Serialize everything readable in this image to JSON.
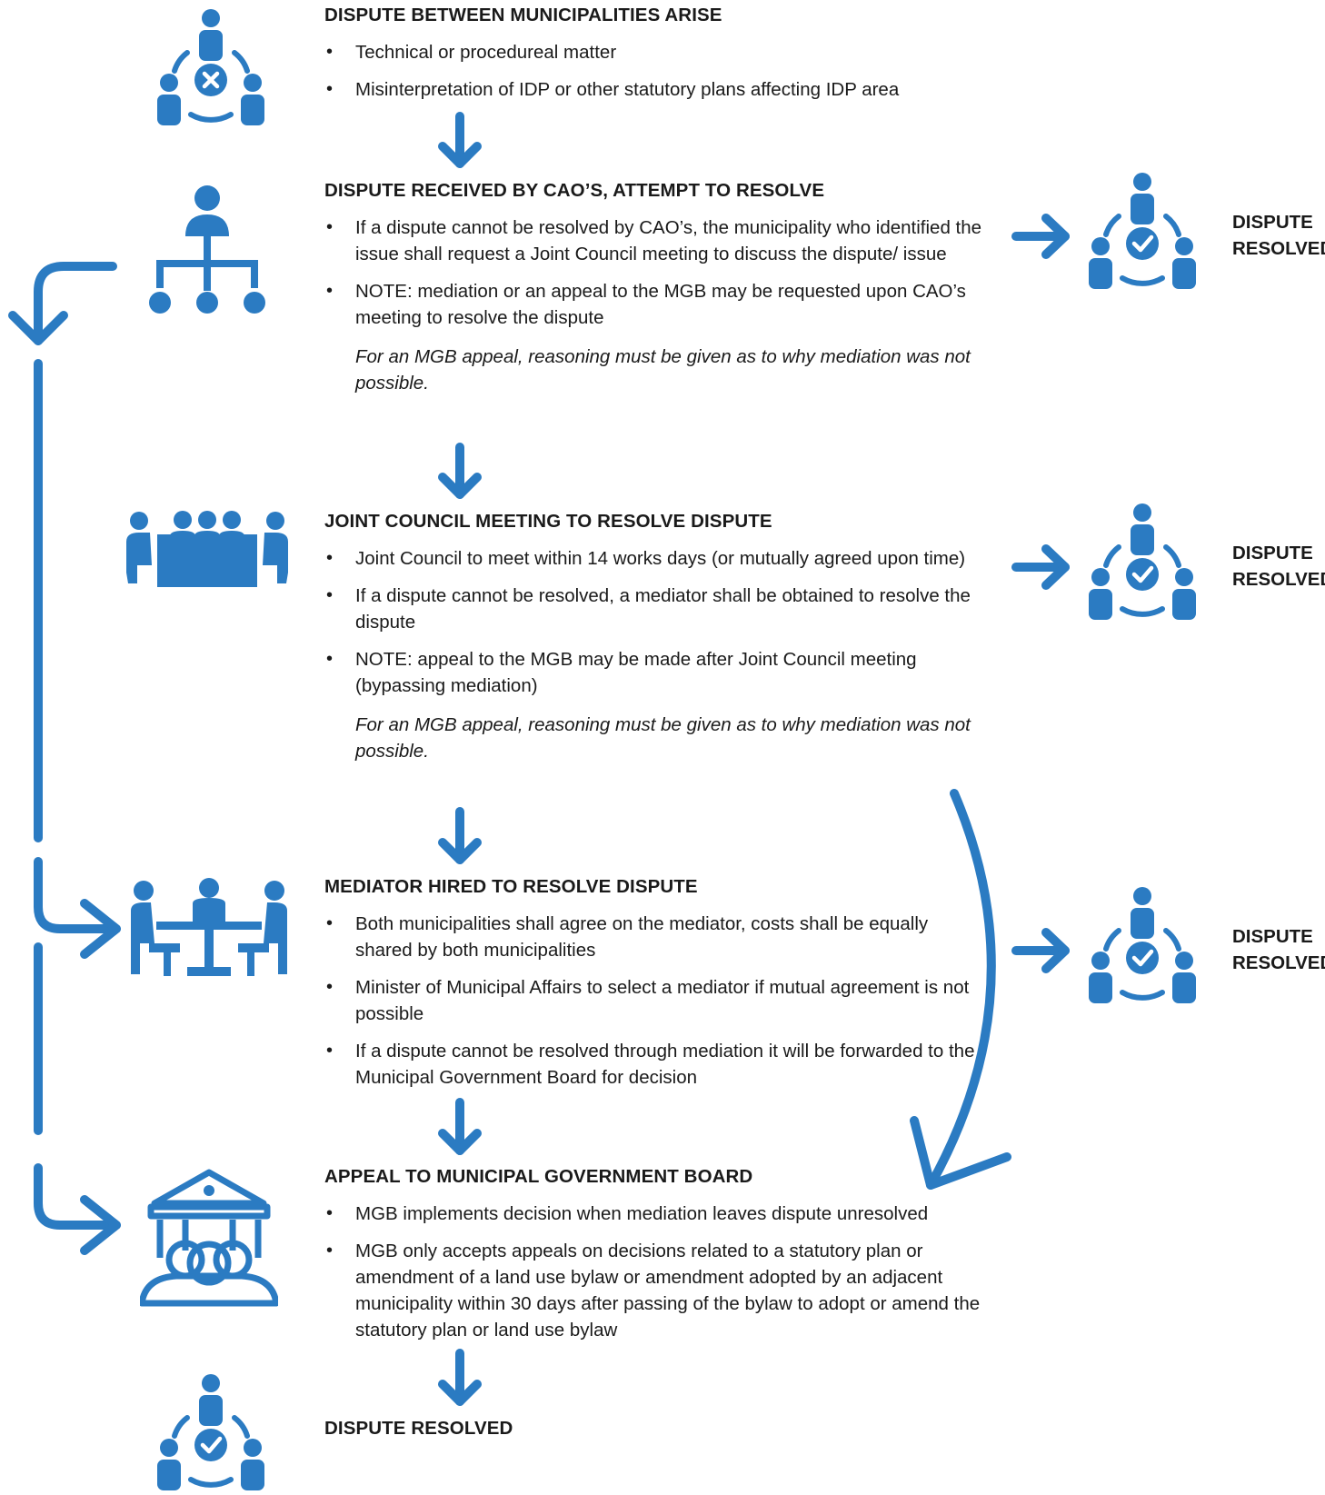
{
  "colors": {
    "primary": "#2b7bc2"
  },
  "icons": {
    "dispute": "team-conflict-icon",
    "cao": "org-chart-icon",
    "council": "council-meeting-icon",
    "mediator": "mediation-table-icon",
    "board": "government-board-icon",
    "resolved": "team-resolved-icon"
  },
  "steps": [
    {
      "heading": "DISPUTE BETWEEN MUNICIPALITIES ARISE",
      "bullets": [
        "Technical or procedureal matter",
        "Misinterpretation of IDP or other statutory plans affecting IDP area"
      ]
    },
    {
      "heading": "DISPUTE RECEIVED BY CAO’S, ATTEMPT TO RESOLVE",
      "bullets": [
        "If a dispute cannot be resolved by CAO’s, the municipality who identified the issue shall request a Joint Council meeting to discuss the dispute/ issue",
        "NOTE: mediation or an appeal to the MGB may be requested upon CAO’s meeting to resolve the dispute"
      ],
      "note": "For an MGB appeal, reasoning must be given as to why mediation was not possible."
    },
    {
      "heading": "JOINT COUNCIL MEETING TO RESOLVE DISPUTE",
      "bullets": [
        "Joint Council to meet within 14 works days (or mutually agreed upon time)",
        "If a dispute cannot be resolved, a mediator shall be obtained to resolve the dispute",
        "NOTE: appeal to the MGB may be made after Joint Council meeting (bypassing mediation)"
      ],
      "note": "For an MGB appeal, reasoning must be given as to why mediation was not possible."
    },
    {
      "heading": "MEDIATOR HIRED TO RESOLVE DISPUTE",
      "bullets": [
        "Both municipalities shall agree on the mediator, costs shall be equally shared by both municipalities",
        "Minister of Municipal Affairs to select a mediator if mutual agreement is not possible",
        "If a dispute cannot be resolved through mediation it will be forwarded to the Municipal Government Board for decision"
      ]
    },
    {
      "heading": "APPEAL TO MUNICIPAL GOVERNMENT BOARD",
      "bullets": [
        "MGB implements decision when mediation leaves dispute unresolved",
        "MGB only accepts appeals on decisions related to a statutory plan or amendment of a land use bylaw or amendment adopted by an adjacent municipality within 30 days after passing of the bylaw to adopt or amend the statutory plan or land use bylaw"
      ]
    },
    {
      "heading": "DISPUTE RESOLVED"
    }
  ],
  "side_resolved": [
    "DISPUTE RESOLVED",
    "DISPUTE RESOLVED",
    "DISPUTE RESOLVED"
  ]
}
